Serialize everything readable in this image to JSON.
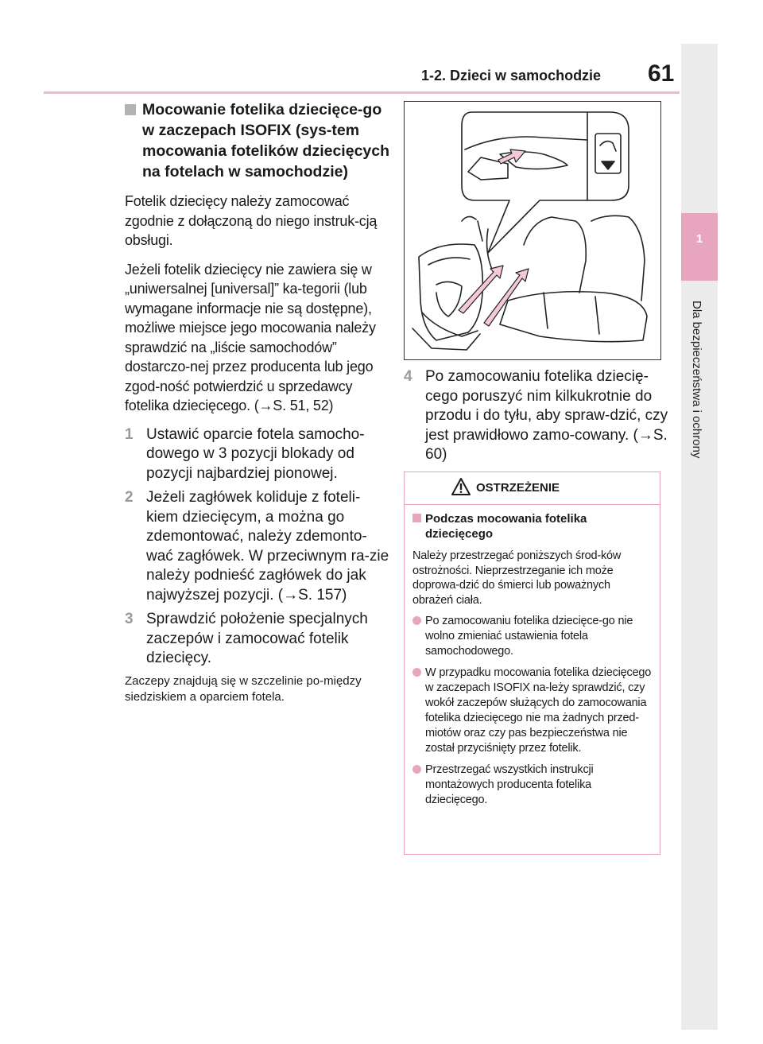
{
  "header": {
    "section_title": "1-2. Dzieci w samochodzie",
    "page_number": "61"
  },
  "side_tab": {
    "number": "1",
    "label": "Dla bezpieczeństwa i ochrony"
  },
  "left": {
    "heading": "Mocowanie fotelika dziecięce-go w zaczepach ISOFIX (sys-tem mocowania fotelików dziecięcych na fotelach w samochodzie)",
    "para1": "Fotelik dziecięcy należy zamocować zgodnie z dołączoną do niego instruk-cją obsługi.",
    "para2": "Jeżeli fotelik dziecięcy nie zawiera się w „uniwersalnej [universal]” ka-tegorii (lub wymagane informacje nie są dostępne), możliwe miejsce jego mocowania należy sprawdzić na „liście samochodów” dostarczo-nej przez producenta lub jego zgod-ność potwierdzić u sprzedawcy fotelika dziecięcego. (→S. 51, 52)",
    "steps": [
      {
        "num": "1",
        "text": "Ustawić oparcie fotela samocho-dowego w 3 pozycji blokady od pozycji najbardziej pionowej."
      },
      {
        "num": "2",
        "text": "Jeżeli zagłówek koliduje z foteli-kiem dziecięcym, a można go zdemontować, należy zdemonto-wać zagłówek. W przeciwnym ra-zie należy podnieść zagłówek do jak najwyższej pozycji. (→S. 157)"
      },
      {
        "num": "3",
        "text": "Sprawdzić położenie specjalnych zaczepów i zamocować fotelik dziecięcy."
      }
    ],
    "note": "Zaczepy znajdują się w szczelinie po-między siedziskiem a oparciem fotela."
  },
  "right": {
    "step4": {
      "num": "4",
      "text": "Po zamocowaniu fotelika dziecię-cego poruszyć nim kilkukrotnie do przodu i do tyłu, aby spraw-dzić, czy jest prawidłowo zamo-cowany. (→S. 60)"
    }
  },
  "warning": {
    "title": "OSTRZEŻENIE",
    "heading": "Podczas mocowania fotelika dziecięcego",
    "text": "Należy przestrzegać poniższych środ-ków ostrożności. Nieprzestrzeganie ich może doprowa-dzić do śmierci lub poważnych obrażeń ciała.",
    "bullets": [
      "Po zamocowaniu fotelika dziecięce-go nie wolno zmieniać ustawienia fotela samochodowego.",
      "W przypadku mocowania fotelika dziecięcego w zaczepach ISOFIX na-leży sprawdzić, czy wokół zaczepów służących do zamocowania fotelika dziecięcego nie ma żadnych przed-miotów oraz czy pas bezpieczeństwa nie został przyciśnięty przez fotelik.",
      "Przestrzegać wszystkich instrukcji montażowych producenta fotelika dziecięcego."
    ]
  },
  "colors": {
    "accent_pink": "#e7a6bd",
    "tab_grey": "#ebebeb"
  }
}
